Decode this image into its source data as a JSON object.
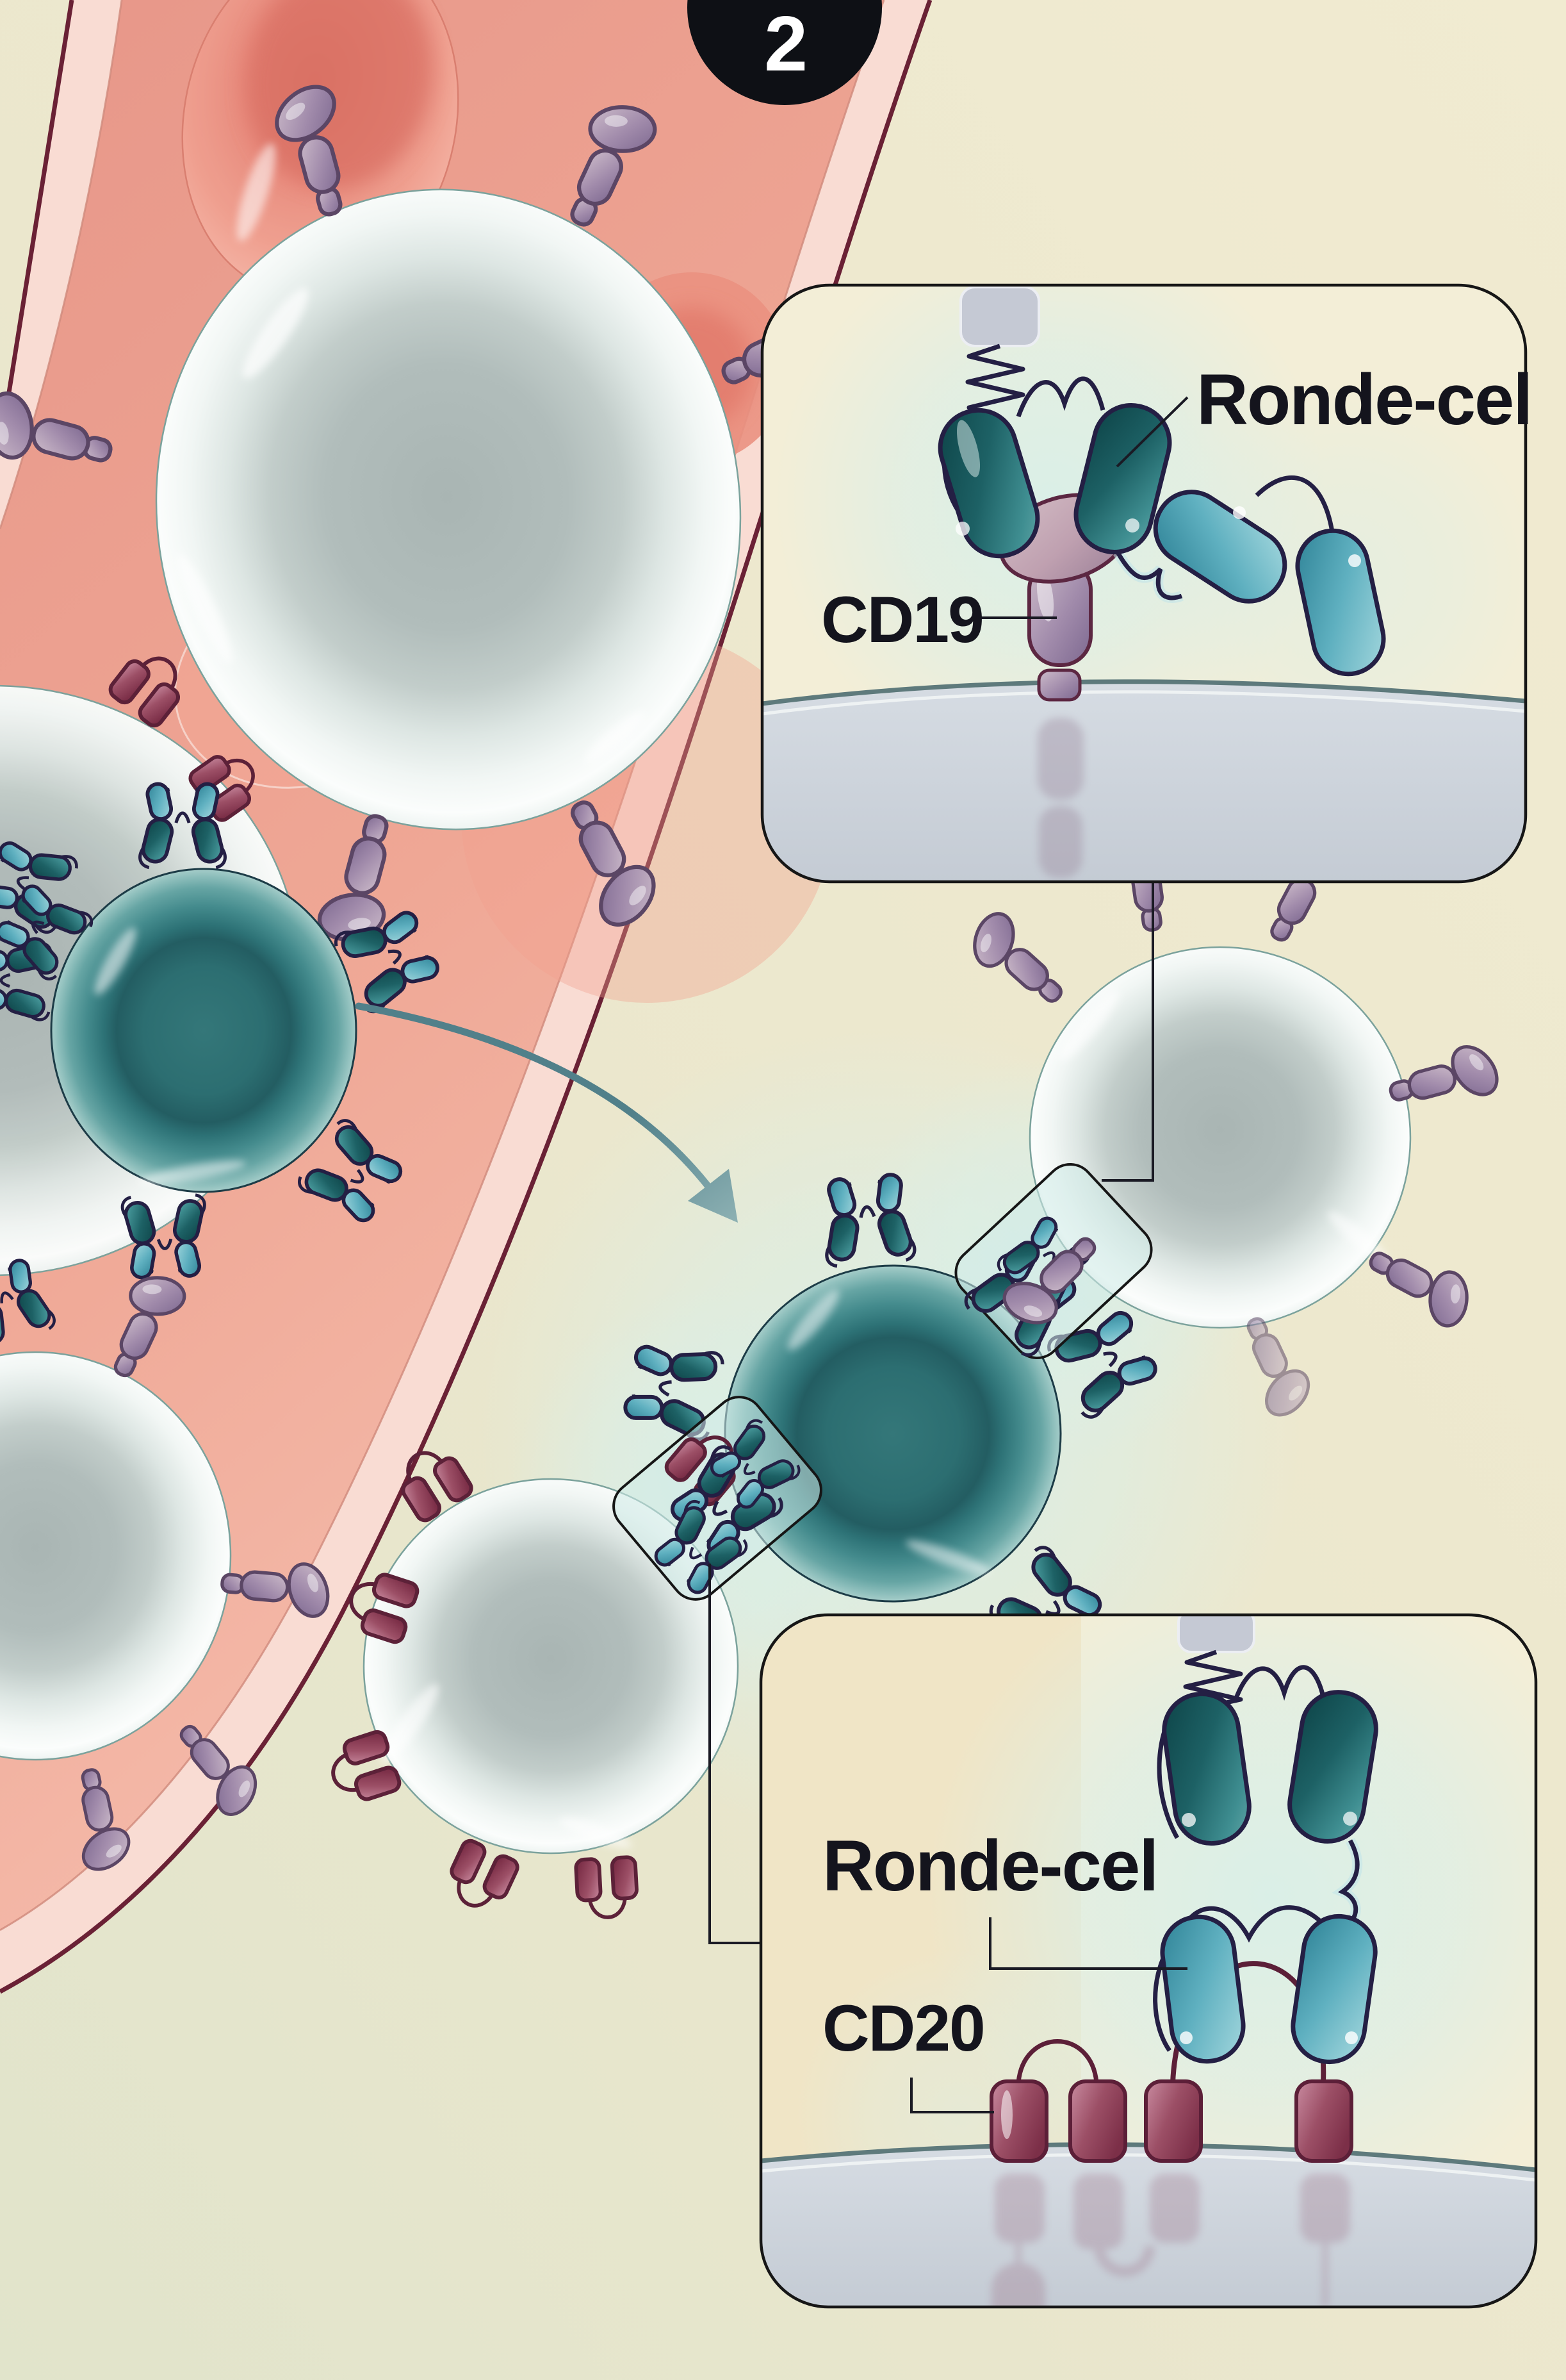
{
  "badge": {
    "number": "2"
  },
  "insets": {
    "cd19": {
      "drug_label": "Ronde-cel",
      "antigen_label": "CD19"
    },
    "cd20": {
      "drug_label": "Ronde-cel",
      "antigen_label": "CD20"
    }
  },
  "colors": {
    "background": "#ede8cf",
    "background_green": "#e2e5cc",
    "vessel_wall_band": "#f9dcd3",
    "vessel_border": "#6a2135",
    "vessel_inner_line": "#d08a7c",
    "vessel_interior": "#eda392",
    "red_blood_cell": "#ea9181",
    "b_cell_grey": "#c3cecd",
    "t_cell_teal": "#2e7276",
    "receptor_mauve": "#9b87a3",
    "receptor_mauve_outline": "#5b4665",
    "cd20_maroon": "#8e3a52",
    "cd20_outline": "#5c1f38",
    "cd19_outline": "#5c2742",
    "antibody_teal_dark": "#17565c",
    "antibody_teal_light": "#4d9fb0",
    "linker_navy": "#241f44",
    "membrane_grey": "#ccd3da",
    "membrane_edge": "#5e7a7c",
    "glow_mint": "#d9efe8",
    "arrow": "#51808a",
    "box_fill": "#f3eed7",
    "box_border": "#161616",
    "highlight_box_fill": "#d0ebe7",
    "badge_bg": "#0e1015",
    "badge_text": "#ffffff",
    "label_text": "#14141d"
  }
}
